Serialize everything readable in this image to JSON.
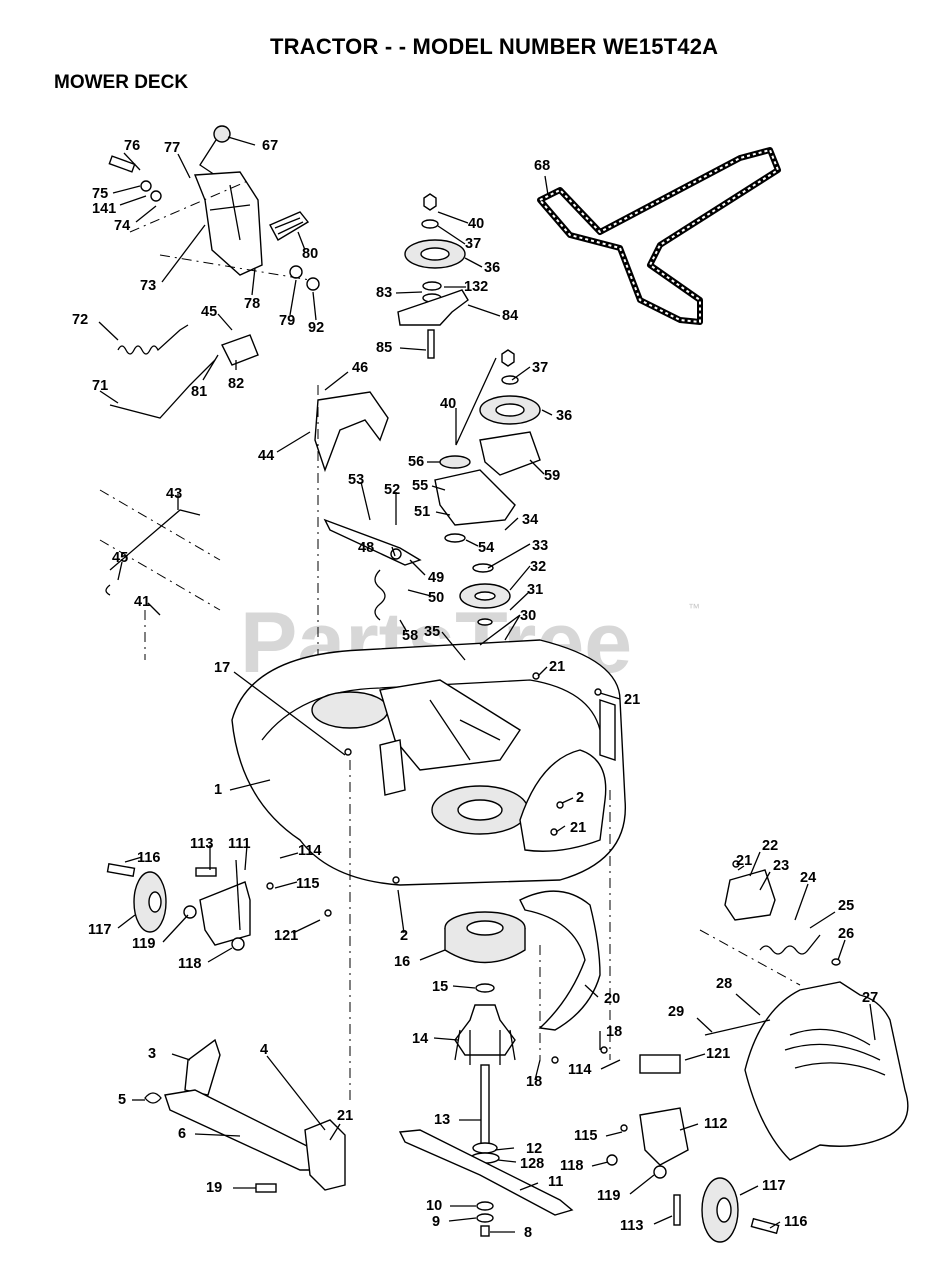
{
  "header": {
    "title": "TRACTOR - - MODEL NUMBER WE15T42A",
    "section": "MOWER DECK"
  },
  "watermark": {
    "text": "PartsTree",
    "trademark": "™"
  },
  "callouts": {
    "c76": "76",
    "c77": "77",
    "c67": "67",
    "c75": "75",
    "c141": "141",
    "c74": "74",
    "c73": "73",
    "c80": "80",
    "c78": "78",
    "c79": "79",
    "c92": "92",
    "c72": "72",
    "c45a": "45",
    "c81": "81",
    "c82": "82",
    "c71": "71",
    "c40a": "40",
    "c37a": "37",
    "c36a": "36",
    "c83": "83",
    "c132": "132",
    "c84": "84",
    "c85": "85",
    "c68": "68",
    "c46": "46",
    "c44": "44",
    "c37b": "37",
    "c40b": "40",
    "c36b": "36",
    "c56": "56",
    "c59": "59",
    "c55": "55",
    "c53": "53",
    "c52": "52",
    "c51": "51",
    "c34": "34",
    "c54": "54",
    "c48": "48",
    "c33": "33",
    "c49": "49",
    "c32": "32",
    "c50": "50",
    "c31": "31",
    "c30": "30",
    "c58": "58",
    "c35": "35",
    "c43": "43",
    "c45b": "45",
    "c41": "41",
    "c17": "17",
    "c21a": "21",
    "c21b": "21",
    "c1": "1",
    "c2a": "2",
    "c21c": "21",
    "c116a": "116",
    "c113a": "113",
    "c111": "111",
    "c114a": "114",
    "c115a": "115",
    "c117a": "117",
    "c119a": "119",
    "c121a": "121",
    "c118a": "118",
    "c2b": "2",
    "c16": "16",
    "c15": "15",
    "c20": "20",
    "c14": "14",
    "c18a": "18",
    "c18b": "18",
    "c114b": "114",
    "c121b": "121",
    "c21d": "21",
    "c22": "22",
    "c23": "23",
    "c24": "24",
    "c25": "25",
    "c26": "26",
    "c28": "28",
    "c29": "29",
    "c27": "27",
    "c3": "3",
    "c4": "4",
    "c5": "5",
    "c6": "6",
    "c21e": "21",
    "c19": "19",
    "c13": "13",
    "c12": "12",
    "c128": "128",
    "c11": "11",
    "c10": "10",
    "c9": "9",
    "c8": "8",
    "c115b": "115",
    "c112": "112",
    "c118b": "118",
    "c119b": "119",
    "c117b": "117",
    "c113b": "113",
    "c116b": "116"
  }
}
